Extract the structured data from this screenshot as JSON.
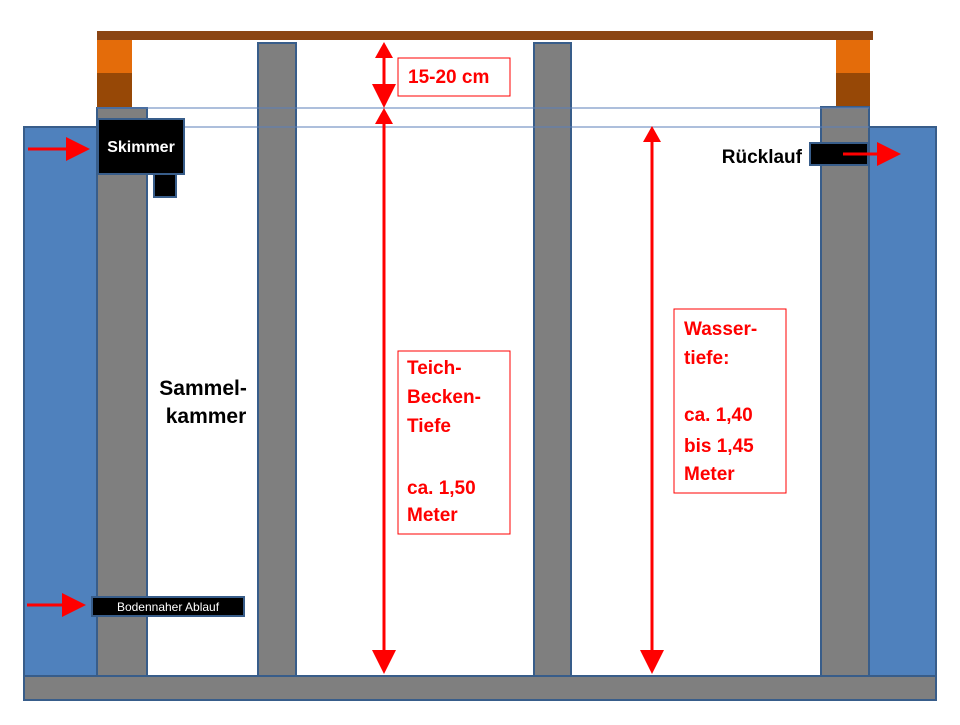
{
  "labels": {
    "top_gap": "15-20 cm",
    "skimmer": "Skimmer",
    "ruecklauf": "Rücklauf",
    "sammelkammer": [
      "Sammel-",
      "kammer"
    ],
    "teich_becken": [
      "Teich-",
      "Becken-",
      "Tiefe",
      "",
      "ca. 1,50",
      "Meter"
    ],
    "wassertiefe": [
      "Wasser-",
      "tiefe:",
      "",
      "ca. 1,40",
      "bis 1,45",
      "Meter"
    ],
    "bodenablauf": "Bodennaher Ablauf"
  },
  "colors": {
    "outer_wall": "#4f81bd",
    "wall_stroke": "#385d8a",
    "pillar": "#7f7f7f",
    "pillar_stroke": "#385d8a",
    "beam": "#8b4513",
    "post_top": "#e46c0a",
    "post_bottom": "#974806",
    "arrow": "#ff0000",
    "label_text": "#ff0000",
    "water_line": "#5b7fb8",
    "box_black": "#000000"
  }
}
